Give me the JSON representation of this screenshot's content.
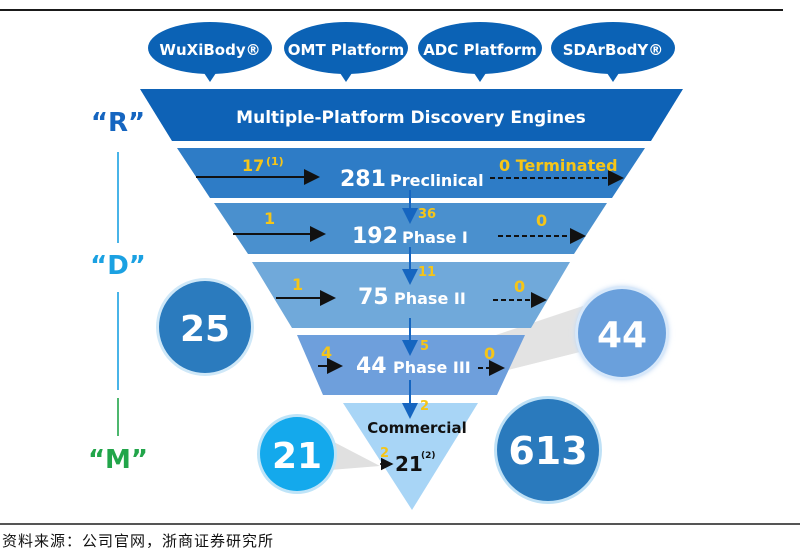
{
  "platforms": [
    {
      "label": "WuXiBody®"
    },
    {
      "label": "OMT Platform"
    },
    {
      "label": "ADC Platform"
    },
    {
      "label": "SDArBodY®"
    }
  ],
  "discovery_band": {
    "label": "Multiple-Platform Discovery Engines"
  },
  "stage_markers": [
    {
      "label": "“R”",
      "color": "#1565C0"
    },
    {
      "label": "“D”",
      "color": "#1BA1E2"
    },
    {
      "label": "“M”",
      "color": "#22A54A"
    }
  ],
  "stages": [
    {
      "name": "Preclinical",
      "count": "281",
      "inflow": "17",
      "inflow_note": "(1)",
      "outflow": "0 Terminated",
      "advance": "",
      "color": "#2E7CC6"
    },
    {
      "name": "Phase I",
      "count": "192",
      "inflow": "1",
      "inflow_note": "",
      "outflow": "0",
      "advance": "36",
      "color": "#4A90CE"
    },
    {
      "name": "Phase II",
      "count": "75",
      "inflow": "1",
      "inflow_note": "",
      "outflow": "0",
      "advance": "11",
      "color": "#70A9DA"
    },
    {
      "name": "Phase III",
      "count": "44",
      "inflow": "4",
      "inflow_note": "",
      "outflow": "0",
      "advance": "5",
      "color": "#6E9FDC"
    },
    {
      "name": "Commercial",
      "count": "21",
      "inflow": "2",
      "inflow_note": "(2)",
      "outflow": "",
      "advance": "2",
      "color": "#A8D5F6"
    }
  ],
  "bubbles": [
    {
      "id": "rd-research",
      "value": "25",
      "color": "#2B7BBE"
    },
    {
      "id": "phase3",
      "value": "44",
      "color": "#6BA0DC"
    },
    {
      "id": "commercial",
      "value": "21",
      "color": "#14A9EC"
    },
    {
      "id": "total",
      "value": "613",
      "color": "#2A7ABD"
    }
  ],
  "colors": {
    "platform_bubble": "#0B62B5",
    "discovery_band": "#0E62B6",
    "accent_number": "#F5C518",
    "flow_arrow": "#111111",
    "advance_arrow": "#1565C0"
  },
  "footer": {
    "source": "资料来源：公司官网，浙商证券研究所"
  }
}
